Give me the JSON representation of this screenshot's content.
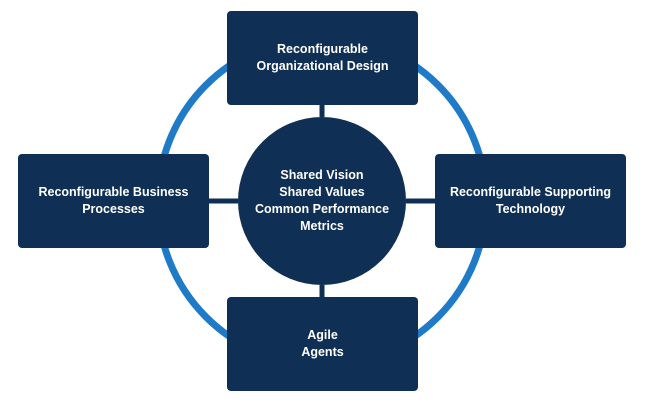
{
  "colors": {
    "box_fill": "#0f2f55",
    "ring": "#1f7ac7",
    "connector": "#0f2f55",
    "text": "#ffffff"
  },
  "center": {
    "lines": [
      "Shared Vision",
      "Shared Values",
      "Common Performance",
      "Metrics"
    ]
  },
  "boxes": {
    "top": {
      "lines": [
        "Reconfigurable",
        "Organizational Design"
      ]
    },
    "left": {
      "lines": [
        "Reconfigurable Business",
        "Processes"
      ]
    },
    "right": {
      "lines": [
        "Reconfigurable Supporting",
        "Technology"
      ]
    },
    "bottom": {
      "lines": [
        "Agile",
        "Agents"
      ]
    }
  }
}
